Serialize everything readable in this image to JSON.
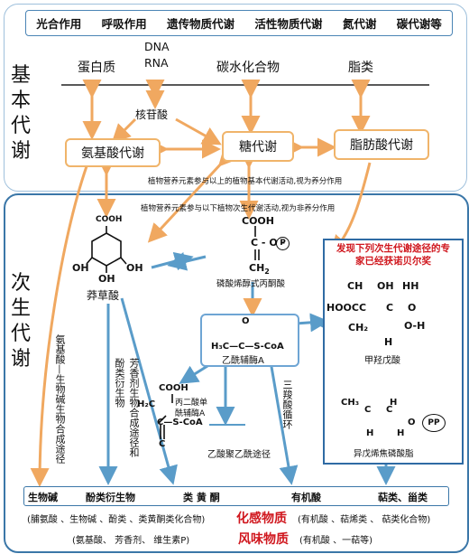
{
  "top_metabolisms": [
    "光合作用",
    "呼吸作用",
    "遗传物质代谢",
    "活性物质代谢",
    "氮代谢",
    "碳代谢等"
  ],
  "panel_top_label": "基本代谢",
  "panel_bottom_label": "次生代谢",
  "primary_substances": {
    "protein": "蛋白质",
    "dna": "DNA",
    "rna": "RNA",
    "carbohydrate": "碳水化合物",
    "lipid": "脂类",
    "nucleotide": "核苷酸"
  },
  "metabolism_boxes": {
    "amino_acid": "氨基酸代谢",
    "sugar": "糖代谢",
    "fatty_acid": "脂肪酸代谢"
  },
  "notes": {
    "nutrient_primary": "植物营养元素参与以上的植物基本代谢活动,视为养分作用",
    "nutrient_secondary": "植物营养元素参与以下植物次生代谢活动,视为非养分作用"
  },
  "molecules": {
    "shikimic": {
      "cooh": "COOH",
      "oh1": "OH",
      "oh2": "OH",
      "oh3": "OH",
      "name": "莽草酸"
    },
    "pep": {
      "cooh": "COOH",
      "c": "C",
      "o": "O",
      "p": "P",
      "ch2": "CH",
      "ch2sub": "2",
      "name": "磷酸烯醇式丙酮酸"
    },
    "acetyl_coa": {
      "o": "O",
      "formula": "H₃C—C—S-CoA",
      "name": "乙酰辅酶A"
    },
    "malonyl": {
      "cooh": "COOH",
      "h2c": "H₂C",
      "label1": "丙二酸单",
      "label2": "酰辅酶A",
      "scoa": "C—S-CoA",
      "c": "C"
    },
    "mevalonic": {
      "ch": "CH",
      "oh": "OH",
      "hh": "HH",
      "hooc": "HOOC",
      "c": "C",
      "cc": "C",
      "o": "O",
      "ch2": "CH₂",
      "oh2": "O-H",
      "h": "H",
      "name": "甲羟戊酸"
    },
    "ipp": {
      "ch3": "CH₃",
      "h1": "H",
      "c1": "C",
      "c2": "C",
      "o": "O",
      "h2": "H",
      "h3": "H",
      "pp": "PP",
      "name": "异戊烯焦磷酸脂"
    }
  },
  "nobel_note": "发现下列次生代谢途径的专家已经获诺贝尔奖",
  "pathway_labels": {
    "amino_acid_path": "氨基酸—生物碱生物合成途径",
    "aromatic_path": "芳香剂生物合成途径和酚类衍生物",
    "tca": "三羧酸循环",
    "polyketide": "乙酸聚乙酰途径"
  },
  "product_classes": [
    "生物碱",
    "酚类衍生物",
    "类 黄 酮",
    "有机酸",
    "萜类、甾类"
  ],
  "sensory_line": {
    "left": "(脯氨酸 、生物碱 、酚类 、类黄酮类化合物)",
    "center": "化感物质",
    "right": "(有机酸 、萜烯类 、 萜类化合物)"
  },
  "flavor_line": {
    "left": "(氨基酸、 芳香剂、 维生素P)",
    "center": "风味物质",
    "right": "(有机酸 、一萜等)"
  },
  "colors": {
    "accent_orange": "#f0b46a",
    "accent_blue": "#3b77a8",
    "highlight_red": "#d0171e"
  }
}
